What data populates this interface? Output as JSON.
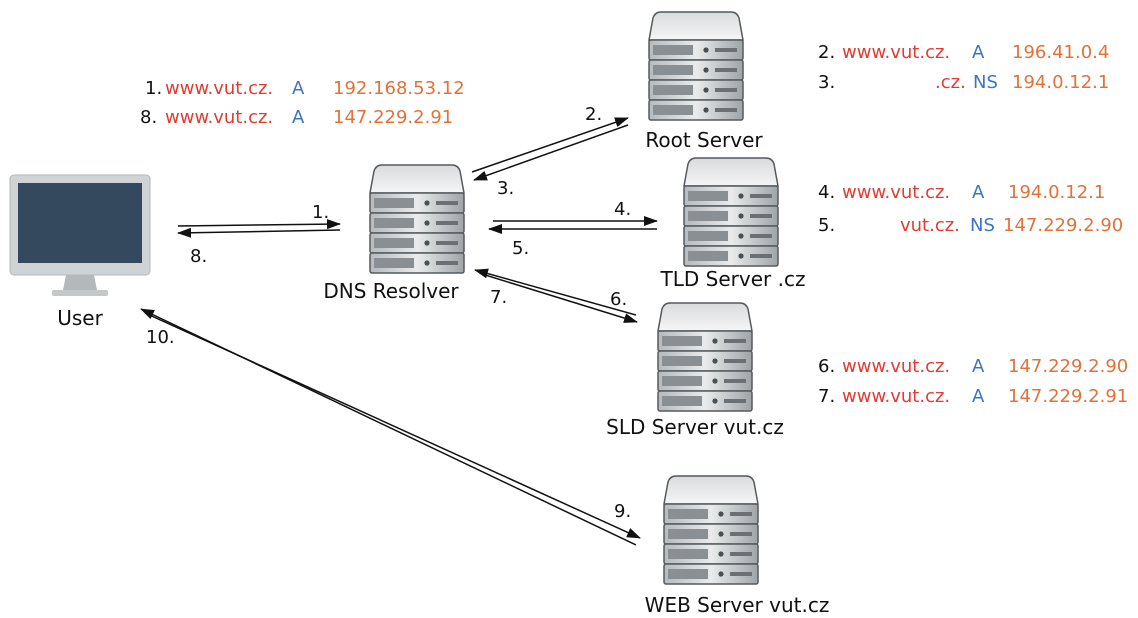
{
  "nodes": {
    "user": {
      "label": "User",
      "icon": "monitor-icon"
    },
    "resolver": {
      "label": "DNS Resolver",
      "icon": "server-icon"
    },
    "root": {
      "label": "Root Server",
      "icon": "server-icon"
    },
    "tld": {
      "label": "TLD Server .cz",
      "icon": "server-icon"
    },
    "sld": {
      "label": "SLD Server vut.cz",
      "icon": "server-icon"
    },
    "web": {
      "label": "WEB Server vut.cz",
      "icon": "server-icon"
    }
  },
  "steps": {
    "s1": "1.",
    "s2": "2.",
    "s3": "3.",
    "s4": "4.",
    "s5": "5.",
    "s6": "6.",
    "s7": "7.",
    "s8": "8.",
    "s9": "9.",
    "s10": "10."
  },
  "records": {
    "resolver": [
      {
        "num": "1.",
        "domain": "www.vut.cz.",
        "type": "A",
        "value": "192.168.53.12"
      },
      {
        "num": "8.",
        "domain": "www.vut.cz.",
        "type": "A",
        "value": "147.229.2.91"
      }
    ],
    "root": [
      {
        "num": "2.",
        "domain": "www.vut.cz.",
        "type": "A",
        "value": "196.41.0.4"
      },
      {
        "num": "3.",
        "domain": ".cz.",
        "type": "NS",
        "value": "194.0.12.1"
      }
    ],
    "tld": [
      {
        "num": "4.",
        "domain": "www.vut.cz.",
        "type": "A",
        "value": "194.0.12.1"
      },
      {
        "num": "5.",
        "domain": "vut.cz.",
        "type": "NS",
        "value": "147.229.2.90"
      }
    ],
    "sld": [
      {
        "num": "6.",
        "domain": "www.vut.cz.",
        "type": "A",
        "value": "147.229.2.90"
      },
      {
        "num": "7.",
        "domain": "www.vut.cz.",
        "type": "A",
        "value": "147.229.2.91"
      }
    ]
  },
  "colors": {
    "domain": "#e03c31",
    "record_type": "#3a74c4",
    "value": "#e2713a",
    "monitor_frame": "#cfd3d6",
    "monitor_screen": "#34495e",
    "server_body": "#8e9396"
  }
}
